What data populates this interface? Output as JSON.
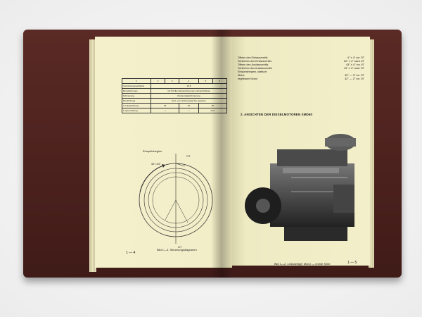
{
  "left_page": {
    "table": {
      "header": [
        "1",
        "2",
        "3",
        "4",
        "5",
        "6"
      ],
      "rows": [
        {
          "label": "Verdichtungsverhältnis",
          "value": "15,5"
        },
        {
          "label": "Einspritzpumpe",
          "value": "mit 6 Kolben-Einspritzpumpen, Einspritzdüsen"
        },
        {
          "label": "Schmierung",
          "value": "Druckumlaufschmierung"
        },
        {
          "label": "Drehrichtung",
          "value": "links, vom Schwungrad her gesehen"
        }
      ],
      "angle_rows": [
        {
          "label": "in Längsrichtung",
          "values": [
            "15",
            "15",
            "45"
          ]
        },
        {
          "label": "in Querrichtung",
          "values": [
            "—",
            "—",
            "22,5"
          ]
        }
      ]
    },
    "diagram": {
      "top_label": "Einspritzbeginn",
      "ot_label": "OT",
      "ut_label": "UT",
      "angle_label": "32°-34°"
    },
    "caption": "Bild 1—3. Steuerungsdiagramm",
    "page_number": "1 — 4"
  },
  "right_page": {
    "valve_timing": [
      {
        "label": "Öffnen des Einlassventils",
        "value": "4° ± 4° vor OT"
      },
      {
        "label": "Schließen des Einlassventils",
        "value": "52° ± 4° nach UT"
      },
      {
        "label": "Öffnen des Auslassventils",
        "value": "43° ± 4° vor UT"
      },
      {
        "label": "Schließen des Auslassventils",
        "value": "13° ± 4° nach OT"
      },
      {
        "label": "Einspritzbeginn, statisch:",
        "value": ""
      },
      {
        "label": "Motor",
        "value": "30° — 3° vor OT"
      },
      {
        "label": "regelbarer Motor",
        "value": "32° — 2° vor OT"
      }
    ],
    "section_heading": "2.   ANSICHTEN DER DIESELMOTOREN SMD60",
    "caption": "Bild 1—2. Linksseitiger Motor — rechte Seite",
    "page_number": "1 — 5"
  }
}
